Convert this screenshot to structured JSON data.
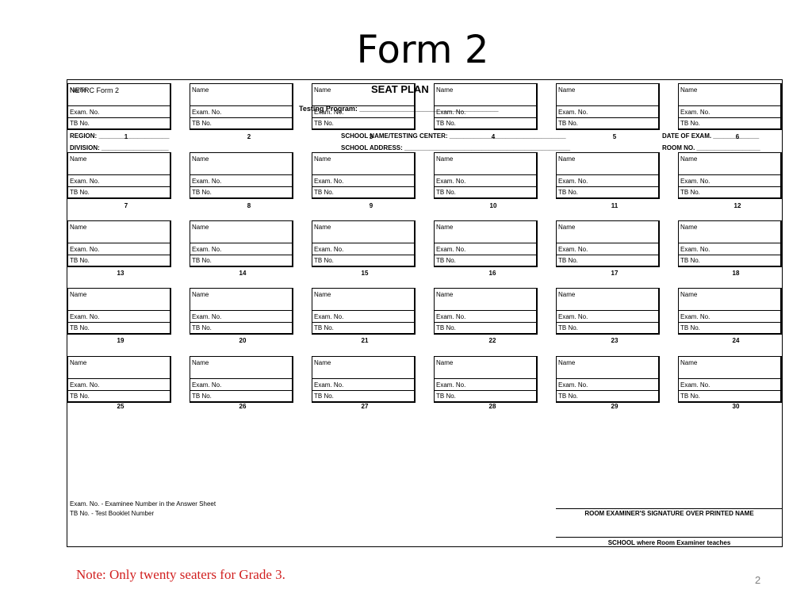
{
  "slide": {
    "title": "Form 2",
    "note": "Note: Only twenty seaters for Grade 3.",
    "page_number": "2"
  },
  "form": {
    "form_id": "NETRC Form 2",
    "heading": "SEAT PLAN",
    "testing_program": "Testing Program: ___________________________________",
    "region": "REGION:  ____________________",
    "division": "DIVISION:  ___________________",
    "school_name": "SCHOOL NAME/TESTING CENTER: _________________________________",
    "school_address": "SCHOOL ADDRESS: _______________________________________________",
    "date_of_exam": "DATE OF EXAM. _____________",
    "room_no": "ROOM NO. __________________",
    "seat_labels": {
      "name": "Name",
      "exam": "Exam. No.",
      "tb": "TB No."
    },
    "seat_numbers": [
      "1",
      "2",
      "3",
      "4",
      "5",
      "6",
      "7",
      "8",
      "9",
      "10",
      "11",
      "12",
      "13",
      "14",
      "15",
      "16",
      "17",
      "18",
      "19",
      "20",
      "21",
      "22",
      "23",
      "24",
      "25",
      "26",
      "27",
      "28",
      "29",
      "30"
    ],
    "legend_exam": "Exam. No.  - Examinee Number in the Answer Sheet",
    "legend_tb": "TB No.  - Test Booklet Number",
    "signature_label": "ROOM EXAMINER'S SIGNATURE OVER PRINTED NAME",
    "school_label": "SCHOOL where Room Examiner teaches"
  }
}
